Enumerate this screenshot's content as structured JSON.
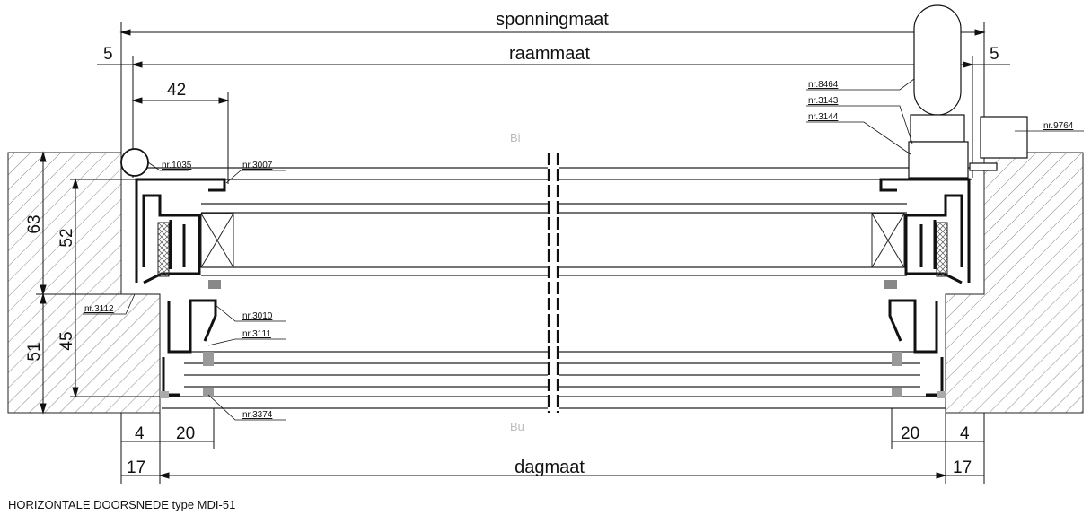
{
  "dimensions": {
    "sponningmaat": "sponningmaat",
    "raammaat": "raammaat",
    "dagmaat": "dagmaat",
    "d5_left": "5",
    "d5_right": "5",
    "d42": "42",
    "d63": "63",
    "d52": "52",
    "d51": "51",
    "d45": "45",
    "d4_left": "4",
    "d20_left": "20",
    "d17_left": "17",
    "d20_right": "20",
    "d4_right": "4",
    "d17_right": "17"
  },
  "sides": {
    "inside": "Bi",
    "outside": "Bu"
  },
  "parts": {
    "p1035": "nr.1035",
    "p3007": "nr.3007",
    "p3112": "nr.3112",
    "p3010": "nr.3010",
    "p3111": "nr.3111",
    "p3374": "nr.3374",
    "p8464": "nr.8464",
    "p3143": "nr.3143",
    "p3144": "nr.3144",
    "p9764": "nr.9764"
  },
  "caption": "HORIZONTALE DOORSNEDE type  MDI-51"
}
